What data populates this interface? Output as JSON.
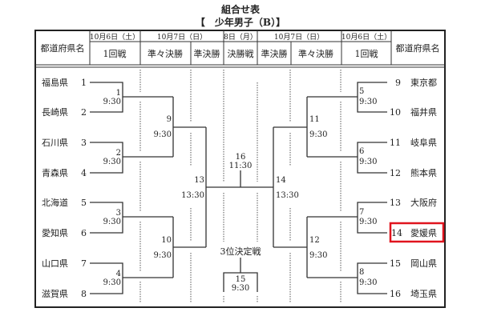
{
  "title": "組合せ表",
  "subtitle": "【　少年男子（B）】",
  "header": {
    "name_col": "都道府県名",
    "dates": [
      "10月6日（土）",
      "10月7日（日）",
      "8日（月）",
      "10月7日（日）",
      "10月6日（土）"
    ],
    "rounds": [
      "1回戦",
      "準々決勝",
      "準決勝",
      "決勝戦",
      "準決勝",
      "準々決勝",
      "1回戦"
    ]
  },
  "teams_left": [
    {
      "no": "1",
      "name": "福島県"
    },
    {
      "no": "2",
      "name": "長崎県"
    },
    {
      "no": "3",
      "name": "石川県"
    },
    {
      "no": "4",
      "name": "青森県"
    },
    {
      "no": "5",
      "name": "北海道"
    },
    {
      "no": "6",
      "name": "愛知県"
    },
    {
      "no": "7",
      "name": "山口県"
    },
    {
      "no": "8",
      "name": "滋賀県"
    }
  ],
  "teams_right": [
    {
      "no": "9",
      "name": "東京都"
    },
    {
      "no": "10",
      "name": "福井県"
    },
    {
      "no": "11",
      "name": "岐阜県"
    },
    {
      "no": "12",
      "name": "熊本県"
    },
    {
      "no": "13",
      "name": "大阪府"
    },
    {
      "no": "14",
      "name": "愛媛県",
      "highlighted": true
    },
    {
      "no": "15",
      "name": "岡山県"
    },
    {
      "no": "16",
      "name": "埼玉県"
    }
  ],
  "matches": {
    "m1": {
      "no": "1",
      "time": "9:30"
    },
    "m2": {
      "no": "2",
      "time": "9:30"
    },
    "m3": {
      "no": "3",
      "time": "9:30"
    },
    "m4": {
      "no": "4",
      "time": "9:30"
    },
    "m5": {
      "no": "5",
      "time": "9:30"
    },
    "m6": {
      "no": "6",
      "time": "9:30"
    },
    "m7": {
      "no": "7",
      "time": "9:30"
    },
    "m8": {
      "no": "8",
      "time": "9:30"
    },
    "m9": {
      "no": "9",
      "time": "9:30"
    },
    "m10": {
      "no": "10",
      "time": "9:30"
    },
    "m11": {
      "no": "11",
      "time": "9:30"
    },
    "m12": {
      "no": "12",
      "time": "9:30"
    },
    "m13": {
      "no": "13",
      "time": "13:30"
    },
    "m14": {
      "no": "14",
      "time": "13:30"
    },
    "m15": {
      "no": "15",
      "time": "9:30"
    },
    "m16": {
      "no": "16",
      "time": "11:30"
    }
  },
  "third_place_label": "3位決定戦",
  "highlight_color": "#e0141e"
}
